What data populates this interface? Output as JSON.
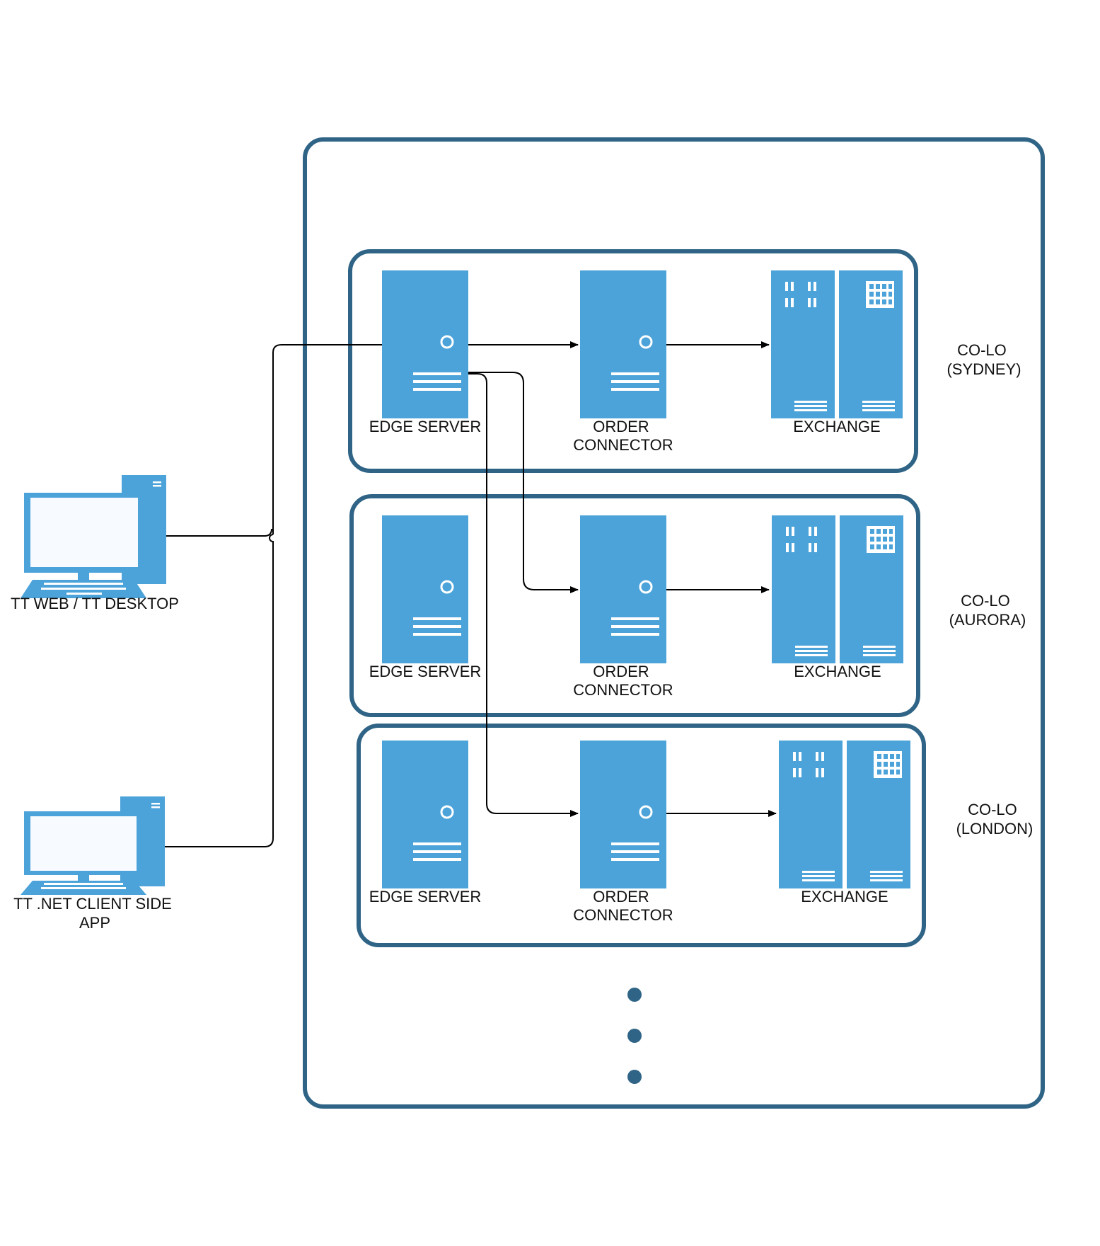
{
  "colors": {
    "frame": "#2f6486",
    "device": "#4ca3d9",
    "device_screen": "#f7fbff",
    "line": "#000000",
    "text": "#111111"
  },
  "clients": [
    {
      "id": "tt-web",
      "label_lines": [
        "TT WEB / TT DESKTOP"
      ]
    },
    {
      "id": "tt-net",
      "label_lines": [
        "TT .NET CLIENT SIDE",
        "APP"
      ]
    }
  ],
  "colos": [
    {
      "id": "sydney",
      "label_lines": [
        "CO-LO",
        "(SYDNEY)"
      ],
      "edge_label_lines": [
        "EDGE SERVER"
      ],
      "connector_label_lines": [
        "ORDER",
        "CONNECTOR"
      ],
      "exchange_label_lines": [
        "EXCHANGE"
      ]
    },
    {
      "id": "aurora",
      "label_lines": [
        "CO-LO",
        "(AURORA)"
      ],
      "edge_label_lines": [
        "EDGE SERVER"
      ],
      "connector_label_lines": [
        "ORDER",
        "CONNECTOR"
      ],
      "exchange_label_lines": [
        "EXCHANGE"
      ]
    },
    {
      "id": "london",
      "label_lines": [
        "CO-LO",
        "(LONDON)"
      ],
      "edge_label_lines": [
        "EDGE SERVER"
      ],
      "connector_label_lines": [
        "ORDER",
        "CONNECTOR"
      ],
      "exchange_label_lines": [
        "EXCHANGE"
      ]
    }
  ],
  "icons": {
    "client": "desktop-computer-icon",
    "server": "server-tower-icon",
    "exchange": "exchange-building-icon",
    "more": "ellipsis-dots-icon"
  }
}
